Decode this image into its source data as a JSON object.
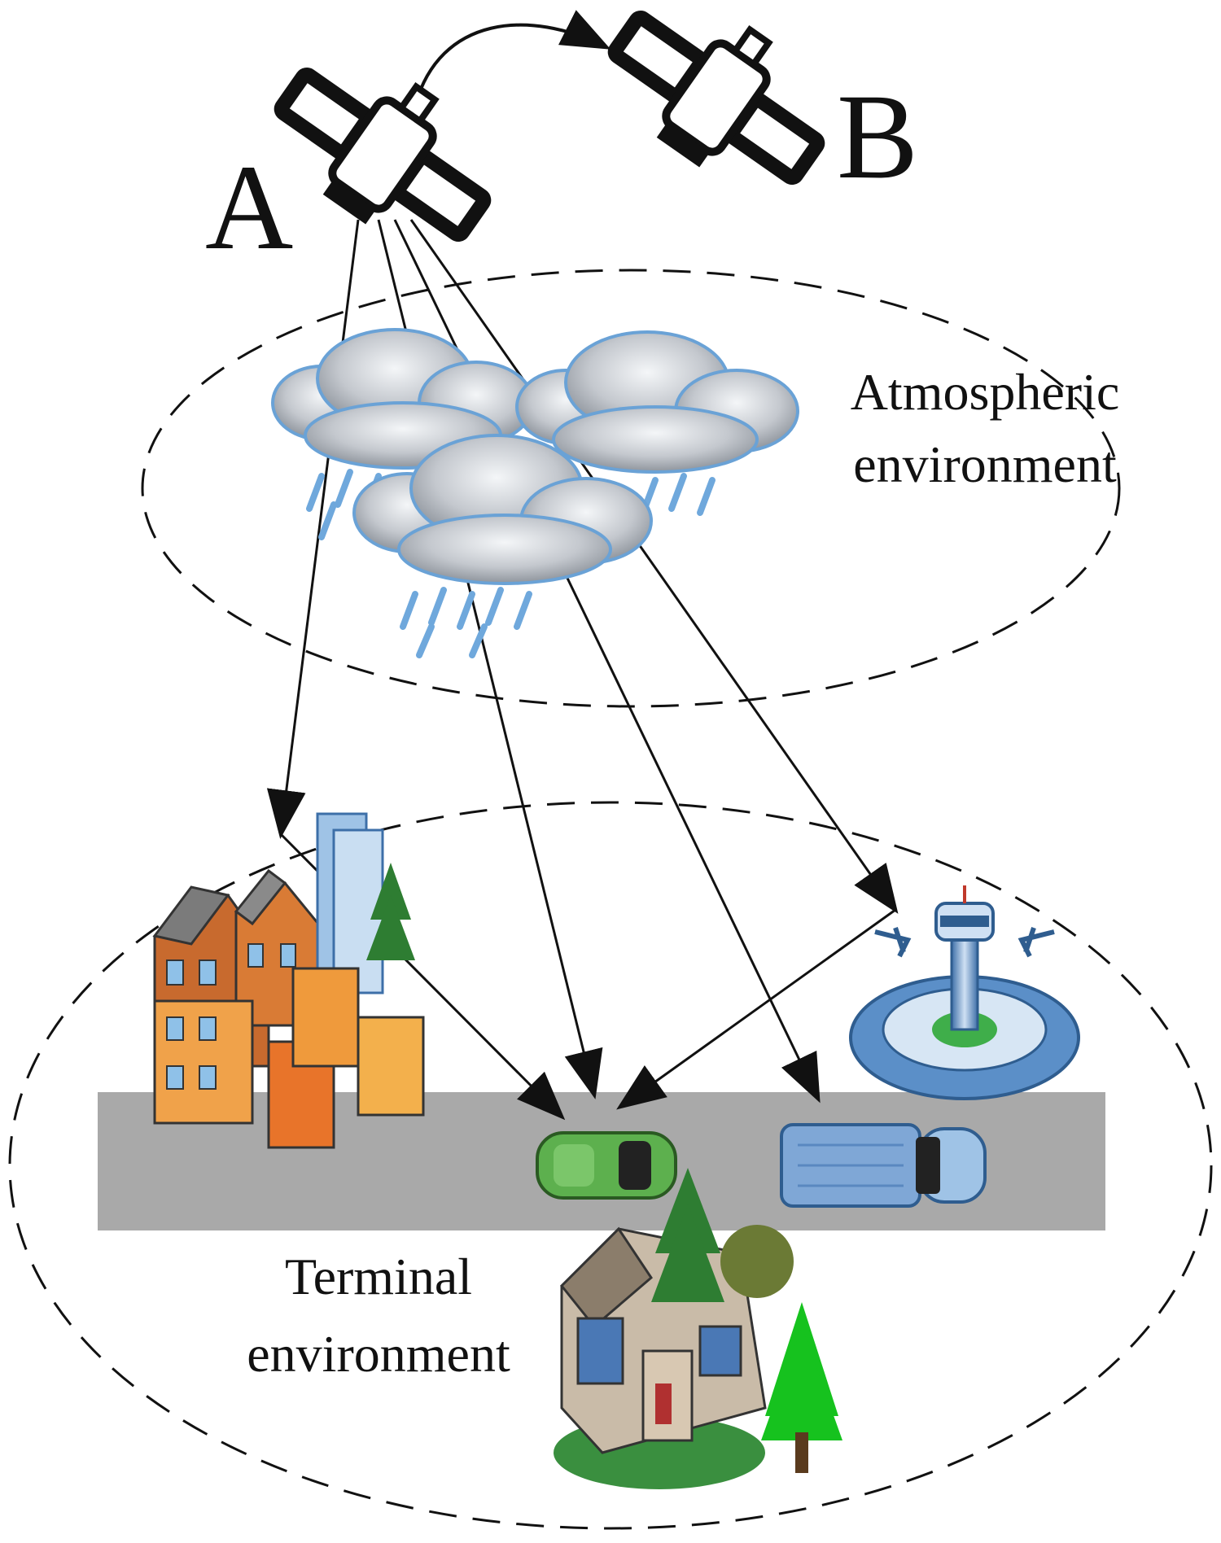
{
  "labels": {
    "satellite_a": "A",
    "satellite_b": "B",
    "atmospheric_line1": "Atmospheric",
    "atmospheric_line2": "environment",
    "terminal_line1": "Terminal",
    "terminal_line2": "environment"
  },
  "colors": {
    "ink": "#111111",
    "road": "#a9a9a9",
    "cloud": "#c8ccd2",
    "cloud_outline": "#6aa2d6",
    "rain": "#6fa8dc",
    "car": "#5db04e",
    "van": "#7fa7d6",
    "tower": "#5b8fc8",
    "building_brick": "#c86a2e",
    "roof": "#7b7b7b",
    "tree": "#2e7d32"
  },
  "icons": [
    "satellite-icon",
    "rain-cloud-icon",
    "city-buildings-icon",
    "house-icon",
    "car-icon",
    "van-icon",
    "airport-tower-icon",
    "tree-icon"
  ]
}
